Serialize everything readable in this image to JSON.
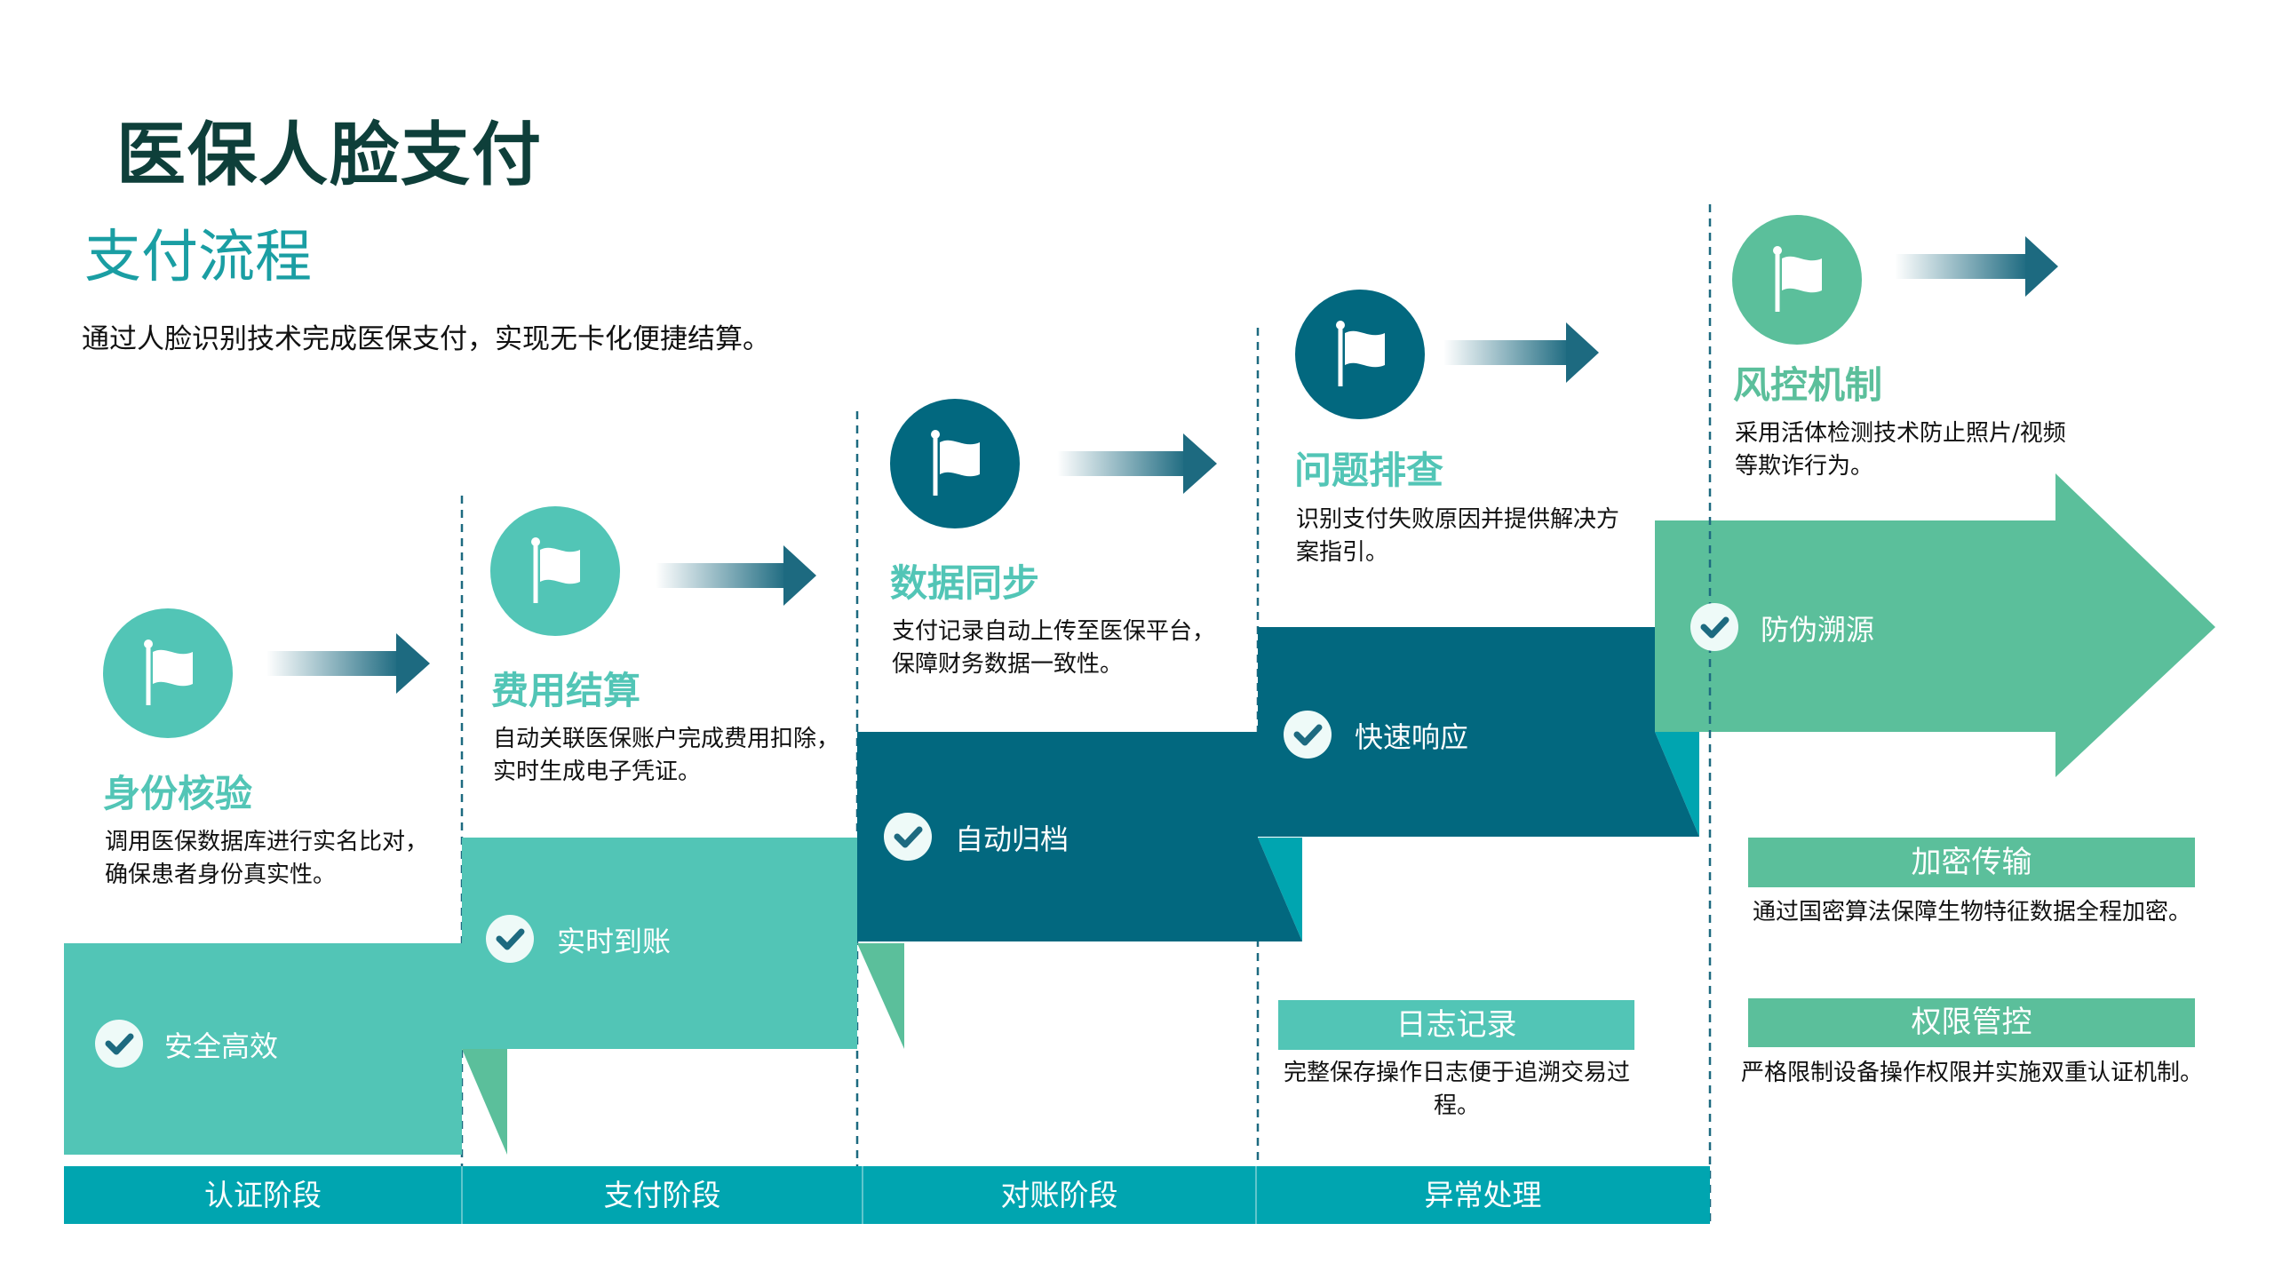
{
  "header": {
    "title": "医保人脸支付",
    "subtitle": "支付流程",
    "intro": "通过人脸识别技术完成医保支付，实现无卡化便捷结算。"
  },
  "colors": {
    "teal_light": "#52c5b6",
    "green": "#5bbf9b",
    "dark_teal": "#02687f",
    "cyan": "#00a5b0",
    "title_dark": "#0e3f3a"
  },
  "steps": [
    {
      "title": "身份核验",
      "desc": [
        "调用医保数据库进行实名比对，",
        "确保患者身份真实性。"
      ],
      "check": "安全高效",
      "icon": "flag-icon"
    },
    {
      "title": "费用结算",
      "desc": [
        "自动关联医保账户完成费用扣除，",
        "实时生成电子凭证。"
      ],
      "check": "实时到账",
      "icon": "flag-icon"
    },
    {
      "title": "数据同步",
      "desc": [
        "支付记录自动上传至医保平台，",
        "保障财务数据一致性。"
      ],
      "check": "自动归档",
      "icon": "flag-icon"
    },
    {
      "title": "问题排查",
      "desc": [
        "识别支付失败原因并提供解决方",
        "案指引。"
      ],
      "check": "快速响应",
      "icon": "flag-icon"
    },
    {
      "title": "风控机制",
      "desc": [
        "采用活体检测技术防止照片/视频",
        "等欺诈行为。"
      ],
      "check": "防伪溯源",
      "icon": "flag-icon"
    }
  ],
  "phases": [
    "认证阶段",
    "支付阶段",
    "对账阶段",
    "异常处理"
  ],
  "tags": [
    {
      "label": "日志记录",
      "desc": [
        "完整保存操作日志便于追溯交易过",
        "程。"
      ]
    },
    {
      "label": "加密传输",
      "desc": [
        "通过国密算法保障生物特征数据全程加密。"
      ]
    },
    {
      "label": "权限管控",
      "desc": [
        "严格限制设备操作权限并实施双重认证机制。"
      ]
    }
  ]
}
